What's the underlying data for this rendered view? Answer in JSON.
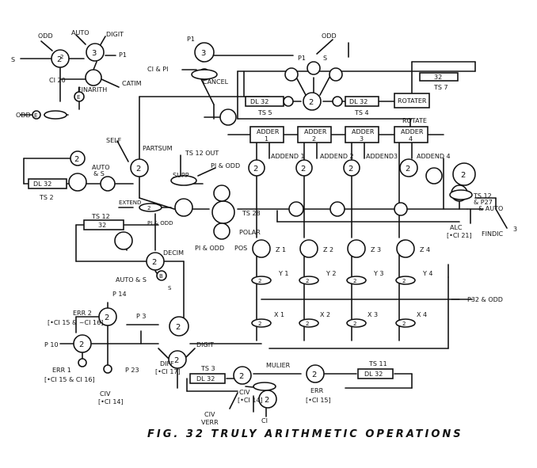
{
  "title": "FIG. 32 TRULY ARITHMETIC OPERATIONS",
  "labels": {
    "odd_tl": "ODD",
    "auto_tl": "AUTO",
    "digit_tl": "DIGIT",
    "s_tl": "S",
    "n2": "2",
    "n3": "3",
    "n32": "32",
    "p1": "P1",
    "ci20": "CI 20",
    "finarith": "FINARITH",
    "catim": "CATIM",
    "e": "E",
    "odd_l": "ODD",
    "ci_pi": "CI & PI",
    "cancel": "CANCEL",
    "odd_top": "ODD",
    "dl32": "DL 32",
    "ts5": "TS 5",
    "ts4": "TS 4",
    "ts7": "TS 7",
    "rotater": "ROTATER",
    "rotate": "ROTATE",
    "adder": "ADDER",
    "a1": "1",
    "a2": "2",
    "a3": "3",
    "a4": "4",
    "addend1": "ADDEND 1",
    "addend2": "ADDEND 2",
    "addend3": "ADDEND3",
    "addend4": "ADDEND 4",
    "self": "SELF",
    "partsum": "PARTSUM",
    "ts12out": "TS 12 OUT",
    "pi_odd": "PI & ODD",
    "supp": "SUPP",
    "auto": "AUTO",
    "and_s": "& S",
    "ts2": "TS 2",
    "extend": "EXTEND",
    "ts12": "TS 12",
    "ts28": "TS 28",
    "polar": "POLAR",
    "pos": "POS",
    "decim": "DECIM",
    "b": "B",
    "auto_s": "AUTO & S",
    "z1": "Z 1",
    "z2": "Z 2",
    "z3": "Z 3",
    "z4": "Z 4",
    "y1": "Y 1",
    "y2": "Y 2",
    "y3": "Y 3",
    "y4": "Y 4",
    "x1": "X 1",
    "x2": "X 2",
    "x3": "X 3",
    "x4": "X 4",
    "p32_odd": "P32 & ODD",
    "and_p27": "& P27",
    "and_auto": "& AUTO",
    "alc": "ALC",
    "ci21": "[•CI 21]",
    "findic": "FINDIC",
    "p14": "P 14",
    "err2": "ERR 2",
    "ci15_16": "[•CI 15 & ~CI 16]",
    "p3": "P 3",
    "p10": "P 10",
    "digit": "DIGIT",
    "diff": "DIFF",
    "ci17": "[•CI 17]",
    "err1": "ERR 1",
    "ci15_16b": "[•CI 15 & CI 16]",
    "p23": "P 23",
    "civ": "CIV",
    "ci14": "[•CI 14]",
    "ts3": "TS 3",
    "mulier": "MULIER",
    "ts11": "TS 11",
    "ci": "CI",
    "verr": "VERR",
    "err": "ERR",
    "ci15": "[•CI 15]"
  }
}
